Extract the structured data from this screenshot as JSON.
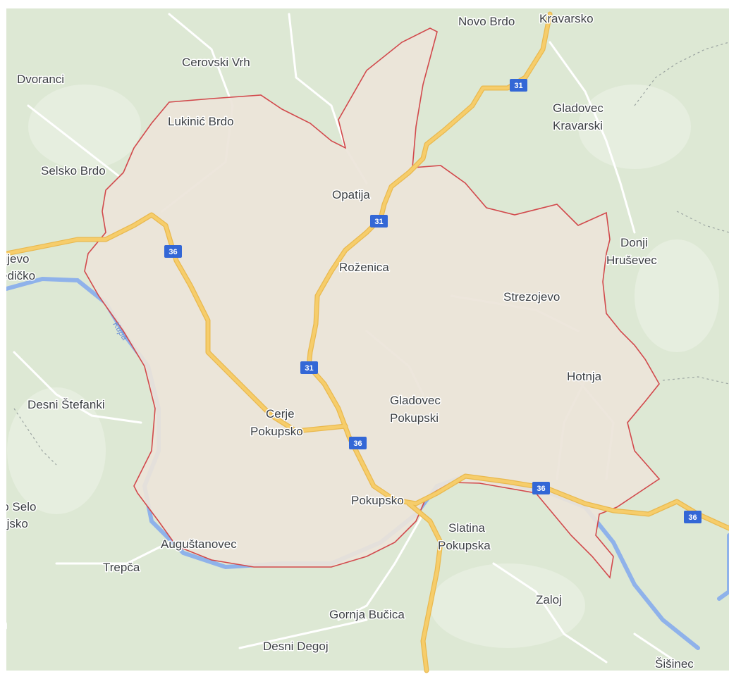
{
  "colors": {
    "land": "#dde8d4",
    "land_light": "#e8efe0",
    "region_fill": "#ece4d9",
    "region_border": "#d2494c",
    "highway": "#f6cd6b",
    "highway_casing": "#e9b94f",
    "minor_road": "#ffffff",
    "river": "#8fb2ea",
    "shield": "#3367d6",
    "label": "#3c4043"
  },
  "places": {
    "novo_brdo": "Novo Brdo",
    "kravarsko": "Kravarsko",
    "cerovski_vrh": "Cerovski Vrh",
    "dvoranci": "Dvoranci",
    "lukinic_brdo": "Lukinić Brdo",
    "gladovec_kravarski_1": "Gladovec",
    "gladovec_kravarski_2": "Kravarski",
    "selsko_brdo": "Selsko Brdo",
    "opatija": "Opatija",
    "donji_hrusevec_1": "Donji",
    "donji_hrusevec_2": "Hruševec",
    "lijevo_1": "Lijevo",
    "lijevo_2": "Sredičko",
    "rozenica": "Roženica",
    "strezojevo": "Strezojevo",
    "hotnja": "Hotnja",
    "desni_stefanki": "Desni Štefanki",
    "gladovec_pokupski_1": "Gladovec",
    "gladovec_pokupski_2": "Pokupski",
    "cerje_pokupsko_1": "Cerje",
    "cerje_pokupsko_2": "Pokupsko",
    "novo_selo_1": "Novo Selo",
    "novo_selo_2": "Lasinjsko",
    "pokupsko": "Pokupsko",
    "slatina_pokupska_1": "Slatina",
    "slatina_pokupska_2": "Pokupska",
    "auguštanovec": "Auguštanovec",
    "trepca": "Trepča",
    "zaloj": "Zaloj",
    "gornja_bucica": "Gornja Bučica",
    "desni_degoj": "Desni Degoj",
    "sisinec": "Šišinec",
    "edge_n": "n"
  },
  "river_label": "Kupa",
  "shields": {
    "r31_a": "31",
    "r31_b": "31",
    "r31_c": "31",
    "r36_a": "36",
    "r36_b": "36",
    "r36_c": "36",
    "r36_d": "36"
  }
}
